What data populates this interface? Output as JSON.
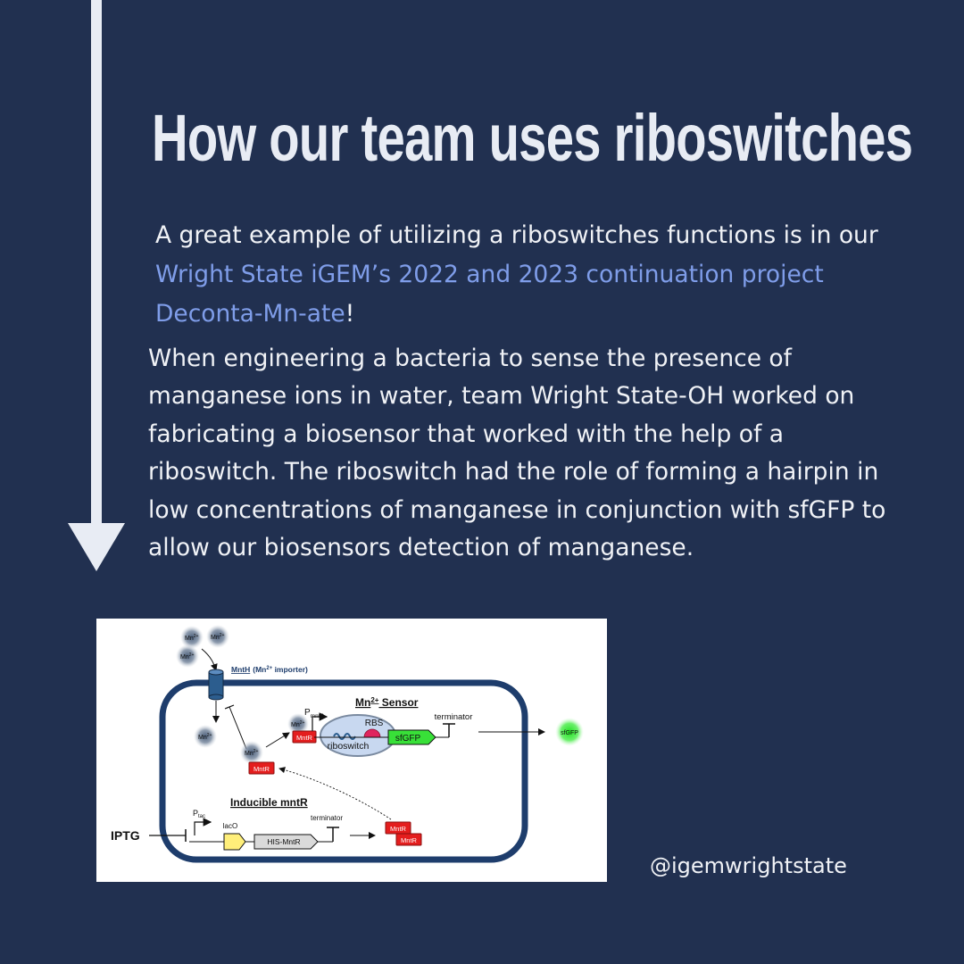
{
  "title": "How our team uses riboswitches",
  "intro": {
    "text_before": "A great example of utilizing a riboswitches functions is in our ",
    "link_text": "Wright State iGEM’s 2022 and 2023 continuation project Deconta-Mn-ate",
    "text_after": "!"
  },
  "body": "When engineering a bacteria to sense the presence of manganese ions in water, team Wright State-OH worked on fabricating a biosensor that worked with the help of a riboswitch. The riboswitch had the role of forming a hairpin in low concentrations of manganese in conjunction with sfGFP to allow our biosensors detection of manganese.",
  "diagram": {
    "mn_ion": "Mn",
    "mn_charge": "2+",
    "importer_name": "MntH",
    "importer_desc_open": "(Mn",
    "importer_desc_close": " importer)",
    "sensor_title_main": "Mn",
    "sensor_title_rest": " Sensor",
    "promoter_sensor_main": "P",
    "promoter_sensor_sub": "mntP",
    "rbs": "RBS",
    "riboswitch": "riboswitch",
    "sfgfp": "sfGFP",
    "terminator": "terminator",
    "mntr": "MntR",
    "inducible_title": "Inducible mntR",
    "promoter_tac_main": "P",
    "promoter_tac_sub": "tac",
    "laco": "lacO",
    "his_mntr": "HIS-MntR",
    "iptg": "IPTG"
  },
  "handle": "@igemwrightstate",
  "colors": {
    "background": "#213050",
    "text": "#f0f2f6",
    "link": "#7f9de9",
    "arrow": "#e8ecf4",
    "cell_outline": "#1e3d6c",
    "mntr_red": "#e41e1e",
    "sfgfp_green": "#38e038"
  }
}
